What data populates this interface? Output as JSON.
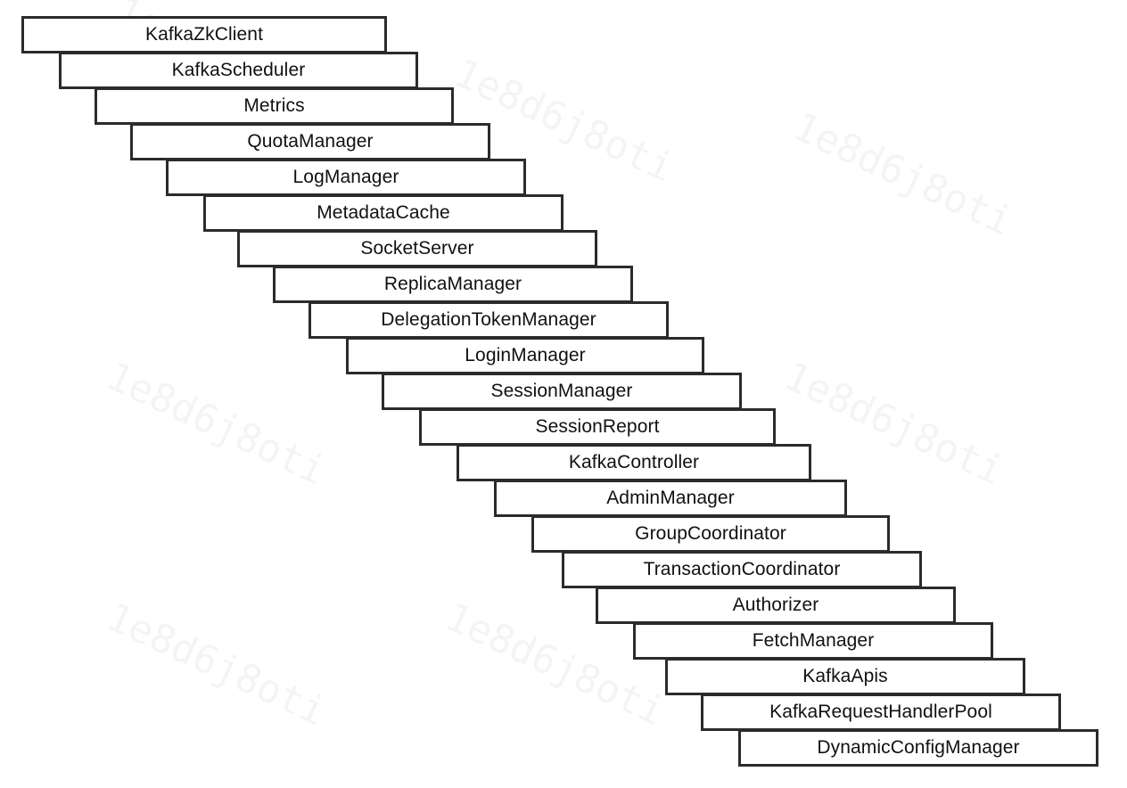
{
  "watermark_text": "1e8d6j8oti",
  "border_color": "#2b2b2b",
  "components": [
    "KafkaZkClient",
    "KafkaScheduler",
    "Metrics",
    "QuotaManager",
    "LogManager",
    "MetadataCache",
    "SocketServer",
    "ReplicaManager",
    "DelegationTokenManager",
    "LoginManager",
    "SessionManager",
    "SessionReport",
    "KafkaController",
    "AdminManager",
    "GroupCoordinator",
    "TransactionCoordinator",
    "Authorizer",
    "FetchManager",
    "KafkaApis",
    "KafkaRequestHandlerPool",
    "DynamicConfigManager"
  ]
}
